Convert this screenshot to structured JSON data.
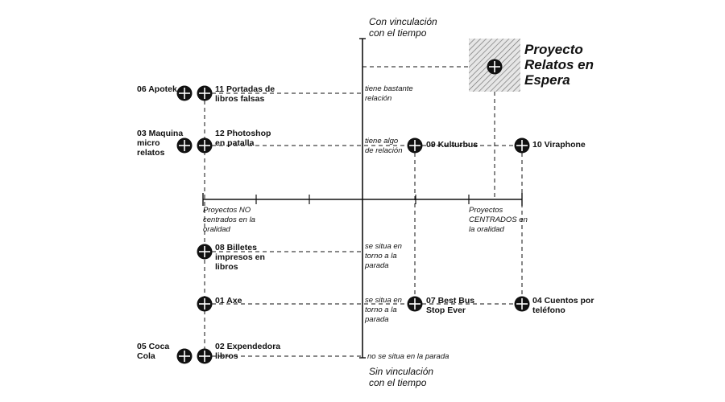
{
  "axes": {
    "top_title": "Con vinculación\ncon el tiempo",
    "bottom_title": "Sin vinculación\ncon el tiempo",
    "left_title": "Proyectos NO\ncentrados en la\noralidad",
    "right_title": "Proyectos\nCENTRADOS en\nla oralidad"
  },
  "rows": {
    "row1_note": "tiene bastante\nrelación",
    "row2_note": "tiene algo\nde relación",
    "row3_note": "se situa en\ntorno a la\nparada",
    "row4_note": "se situa en\ntorno a la\nparada",
    "row5_note": "no se situa en la parada"
  },
  "nodes": {
    "apotek": "06 Apotek",
    "portadas": "11 Portadas de\nlibros falsas",
    "maquina": "03 Maquina\nmicro\nrelatos",
    "photoshop": "12 Photoshop\nen patalla",
    "kulturbus": "09 Kulturbus",
    "viraphone": "10 Viraphone",
    "billetes": "08 Billetes\nimpresos en\nlibros",
    "axe": "01 Axe",
    "bestbus": "07 Best Bus\nStop Ever",
    "cuentos": "04 Cuentos por\nteléfono",
    "cocacola": "05 Coca\nCola",
    "expendedora": "02 Expendedora\nlibros"
  },
  "highlight": {
    "title": "Proyecto\nRelatos en\nEspera"
  }
}
